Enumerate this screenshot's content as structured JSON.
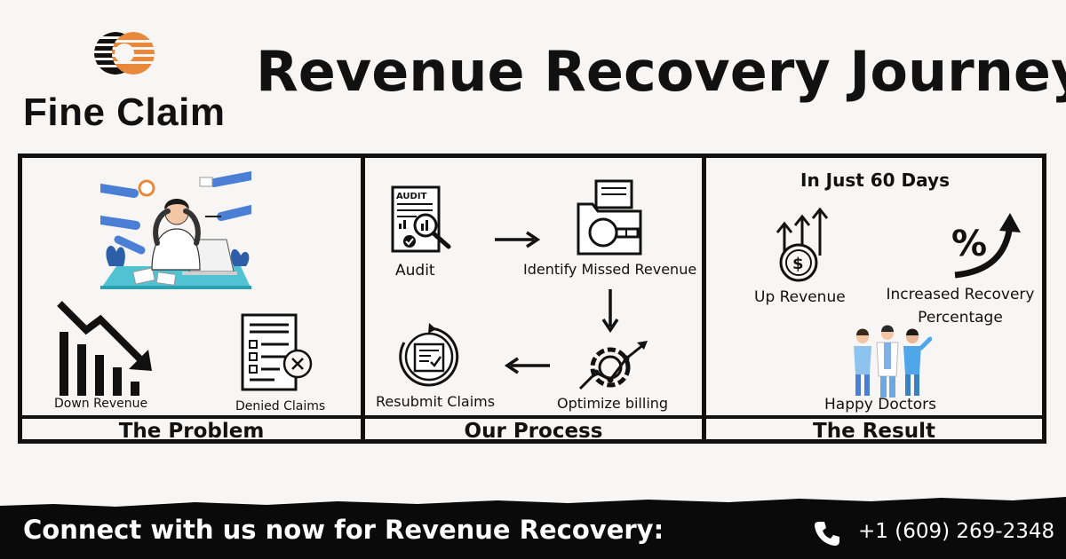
{
  "brand": {
    "name": "Fine Claim"
  },
  "title": "Revenue Recovery Journey",
  "panels": {
    "problem": {
      "label": "The Problem",
      "items": {
        "down_revenue": "Down Revenue",
        "denied_claims": "Denied Claims"
      }
    },
    "process": {
      "label": "Our Process",
      "audit_icon_text": "AUDIT",
      "steps": {
        "audit": "Audit",
        "identify": "Identify Missed Revenue",
        "optimize": "Optimize billing",
        "resubmit": "Resubmit Claims"
      }
    },
    "result": {
      "label": "The Result",
      "timeframe": "In Just 60 Days",
      "items": {
        "up_revenue": "Up Revenue",
        "recovery_line1": "Increased Recovery",
        "recovery_line2": "Percentage",
        "happy_doctors": "Happy Doctors"
      }
    }
  },
  "footer": {
    "cta": "Connect with us  now for Revenue Recovery:",
    "phone": "+1 (609) 269-2348"
  },
  "colors": {
    "accent_orange": "#e8883a",
    "accent_blue": "#4b7fd6",
    "desk_teal": "#4fc3d1",
    "dark": "#111111"
  },
  "icons": [
    "logo-ring-icon",
    "stressed-worker-illustration",
    "trend-down-icon",
    "denied-document-icon",
    "audit-document-icon",
    "folder-search-icon",
    "gear-chart-icon",
    "resubmit-claims-icon",
    "arrow-right-icon",
    "arrow-down-icon",
    "arrow-left-icon",
    "dollar-up-icon",
    "percent-up-icon",
    "doctors-illustration",
    "phone-icon"
  ]
}
